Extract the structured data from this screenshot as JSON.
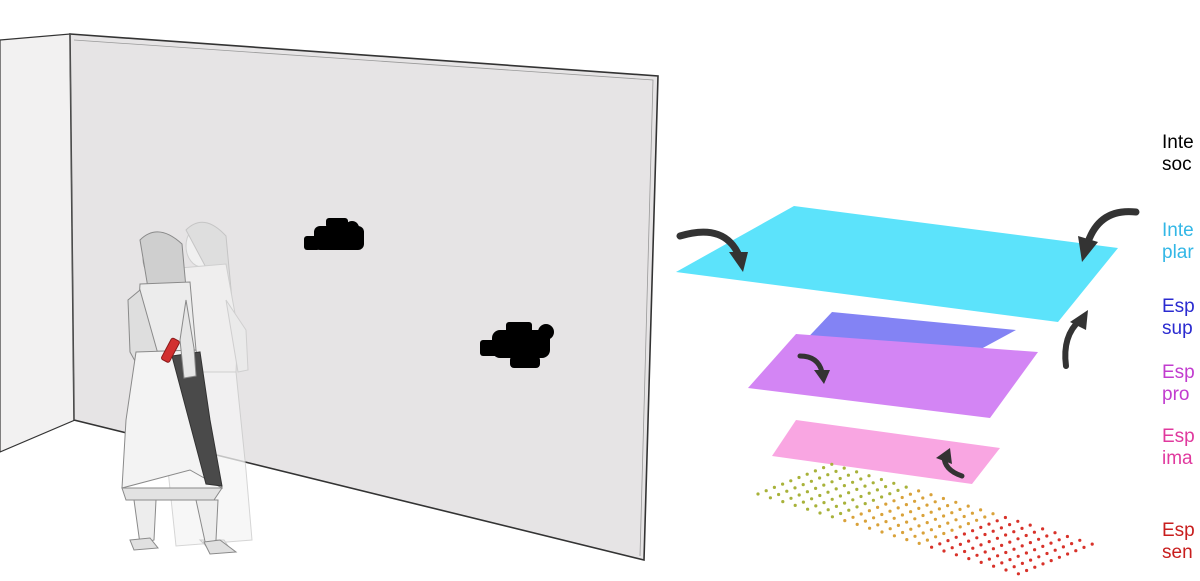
{
  "legend": {
    "items": [
      {
        "line1": "Inte",
        "line2": "soc",
        "color": "#000000"
      },
      {
        "line1": "Inte",
        "line2": "plar",
        "color": "#33b7e6"
      },
      {
        "line1": "Esp",
        "line2": "sup",
        "color": "#2b2bd0"
      },
      {
        "line1": "Esp",
        "line2": "pro",
        "color": "#c23ccf"
      },
      {
        "line1": "Esp",
        "line2": "ima",
        "color": "#e0399e"
      },
      {
        "line1": "Esp",
        "line2": "sen",
        "color": "#c81e1e"
      }
    ]
  },
  "colors": {
    "wall_fill": "#e6e4e5",
    "wall_stroke": "#333333",
    "plane_interface": "#5ce3fb",
    "plane_superior": "#8383f4",
    "plane_proprioceptive": "#d385f4",
    "plane_image": "#f9a6e2",
    "dots_top": "#a8b23a",
    "dots_mid": "#d9a23a",
    "dots_bottom": "#d8322a",
    "arrow": "#333333",
    "device_red": "#d23030"
  },
  "icons": {
    "camera_upper": "video-camera-icon",
    "camera_lower": "video-camera-icon",
    "person_front": "woman-figure-icon",
    "person_back": "woman-figure-icon"
  }
}
